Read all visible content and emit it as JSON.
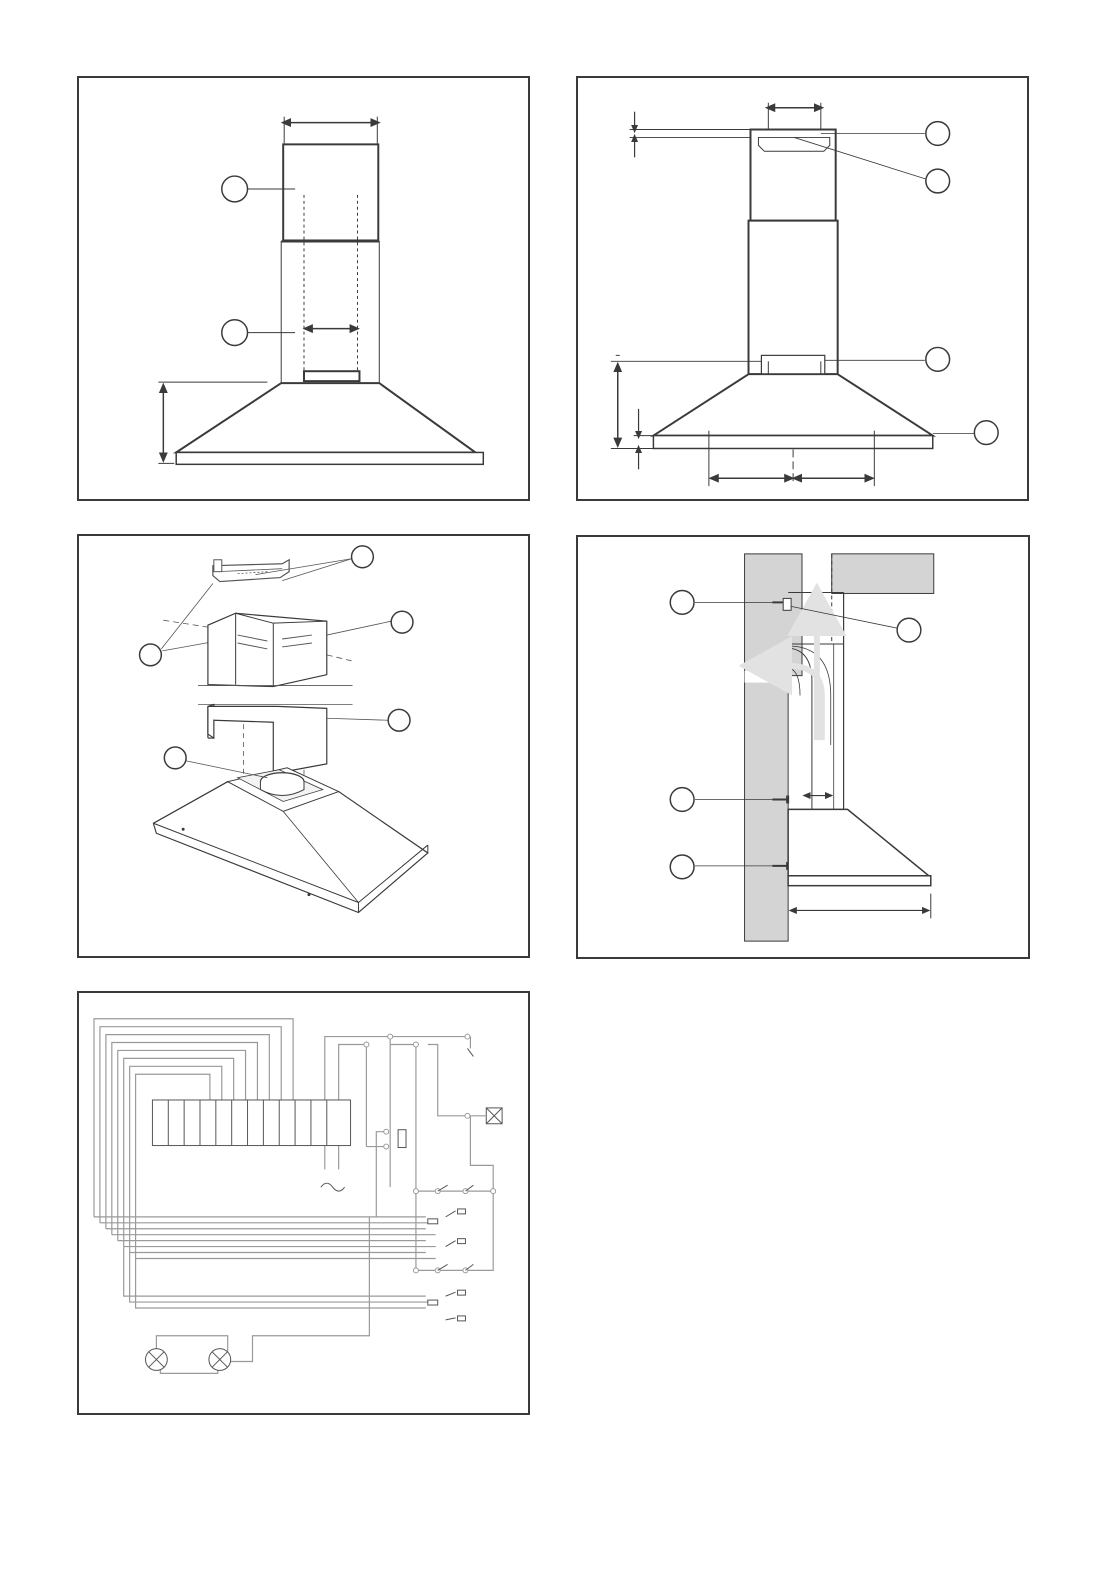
{
  "page": {
    "figure_count": 5
  },
  "figures": [
    {
      "name": "chimney-hood-front-view",
      "callouts": 2
    },
    {
      "name": "chimney-hood-dimension-view",
      "callouts": 4
    },
    {
      "name": "hood-assembly-exploded-view",
      "callouts": 5
    },
    {
      "name": "hood-wall-mounting-side-view",
      "callouts": 4
    },
    {
      "name": "wiring-schematic",
      "callouts": 0
    }
  ],
  "colors": {
    "line": "#3a3a3a",
    "light_line": "#9a9a9a",
    "wall": "#d4d4d4",
    "frame": "#3a3a3a",
    "airflow": "#e2e2e2"
  },
  "icons": {
    "callout": "circle-callout-icon",
    "dimension_arrow": "dimension-arrow-icon",
    "lamp": "lamp-icon",
    "motor": "motor-icon",
    "switch": "switch-icon",
    "ac_supply": "ac-supply-icon"
  }
}
